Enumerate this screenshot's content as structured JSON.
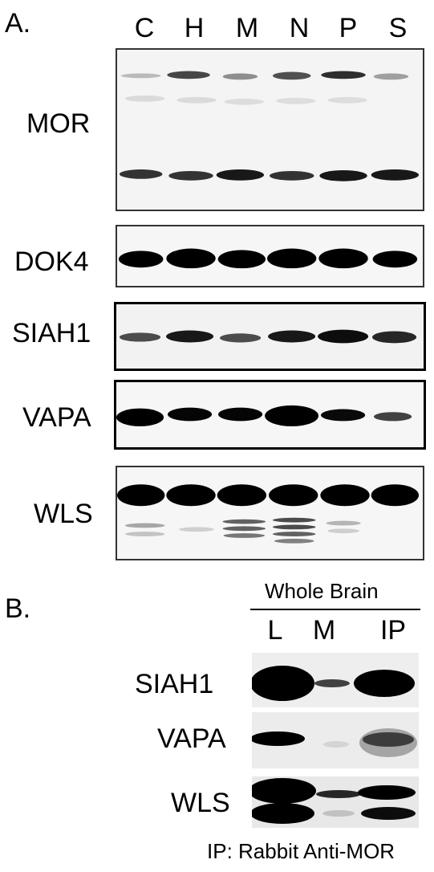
{
  "panel_a": {
    "label": "A.",
    "lanes": [
      "C",
      "H",
      "M",
      "N",
      "P",
      "S"
    ],
    "blots": [
      {
        "label": "MOR"
      },
      {
        "label": "DOK4"
      },
      {
        "label": "SIAH1"
      },
      {
        "label": "VAPA"
      },
      {
        "label": "WLS"
      }
    ]
  },
  "panel_b": {
    "label": "B.",
    "group_label": "Whole Brain",
    "lanes": [
      "L",
      "M",
      "IP"
    ],
    "blots": [
      {
        "label": "SIAH1"
      },
      {
        "label": "VAPA"
      },
      {
        "label": "WLS"
      }
    ],
    "caption": "IP: Rabbit Anti-MOR"
  }
}
